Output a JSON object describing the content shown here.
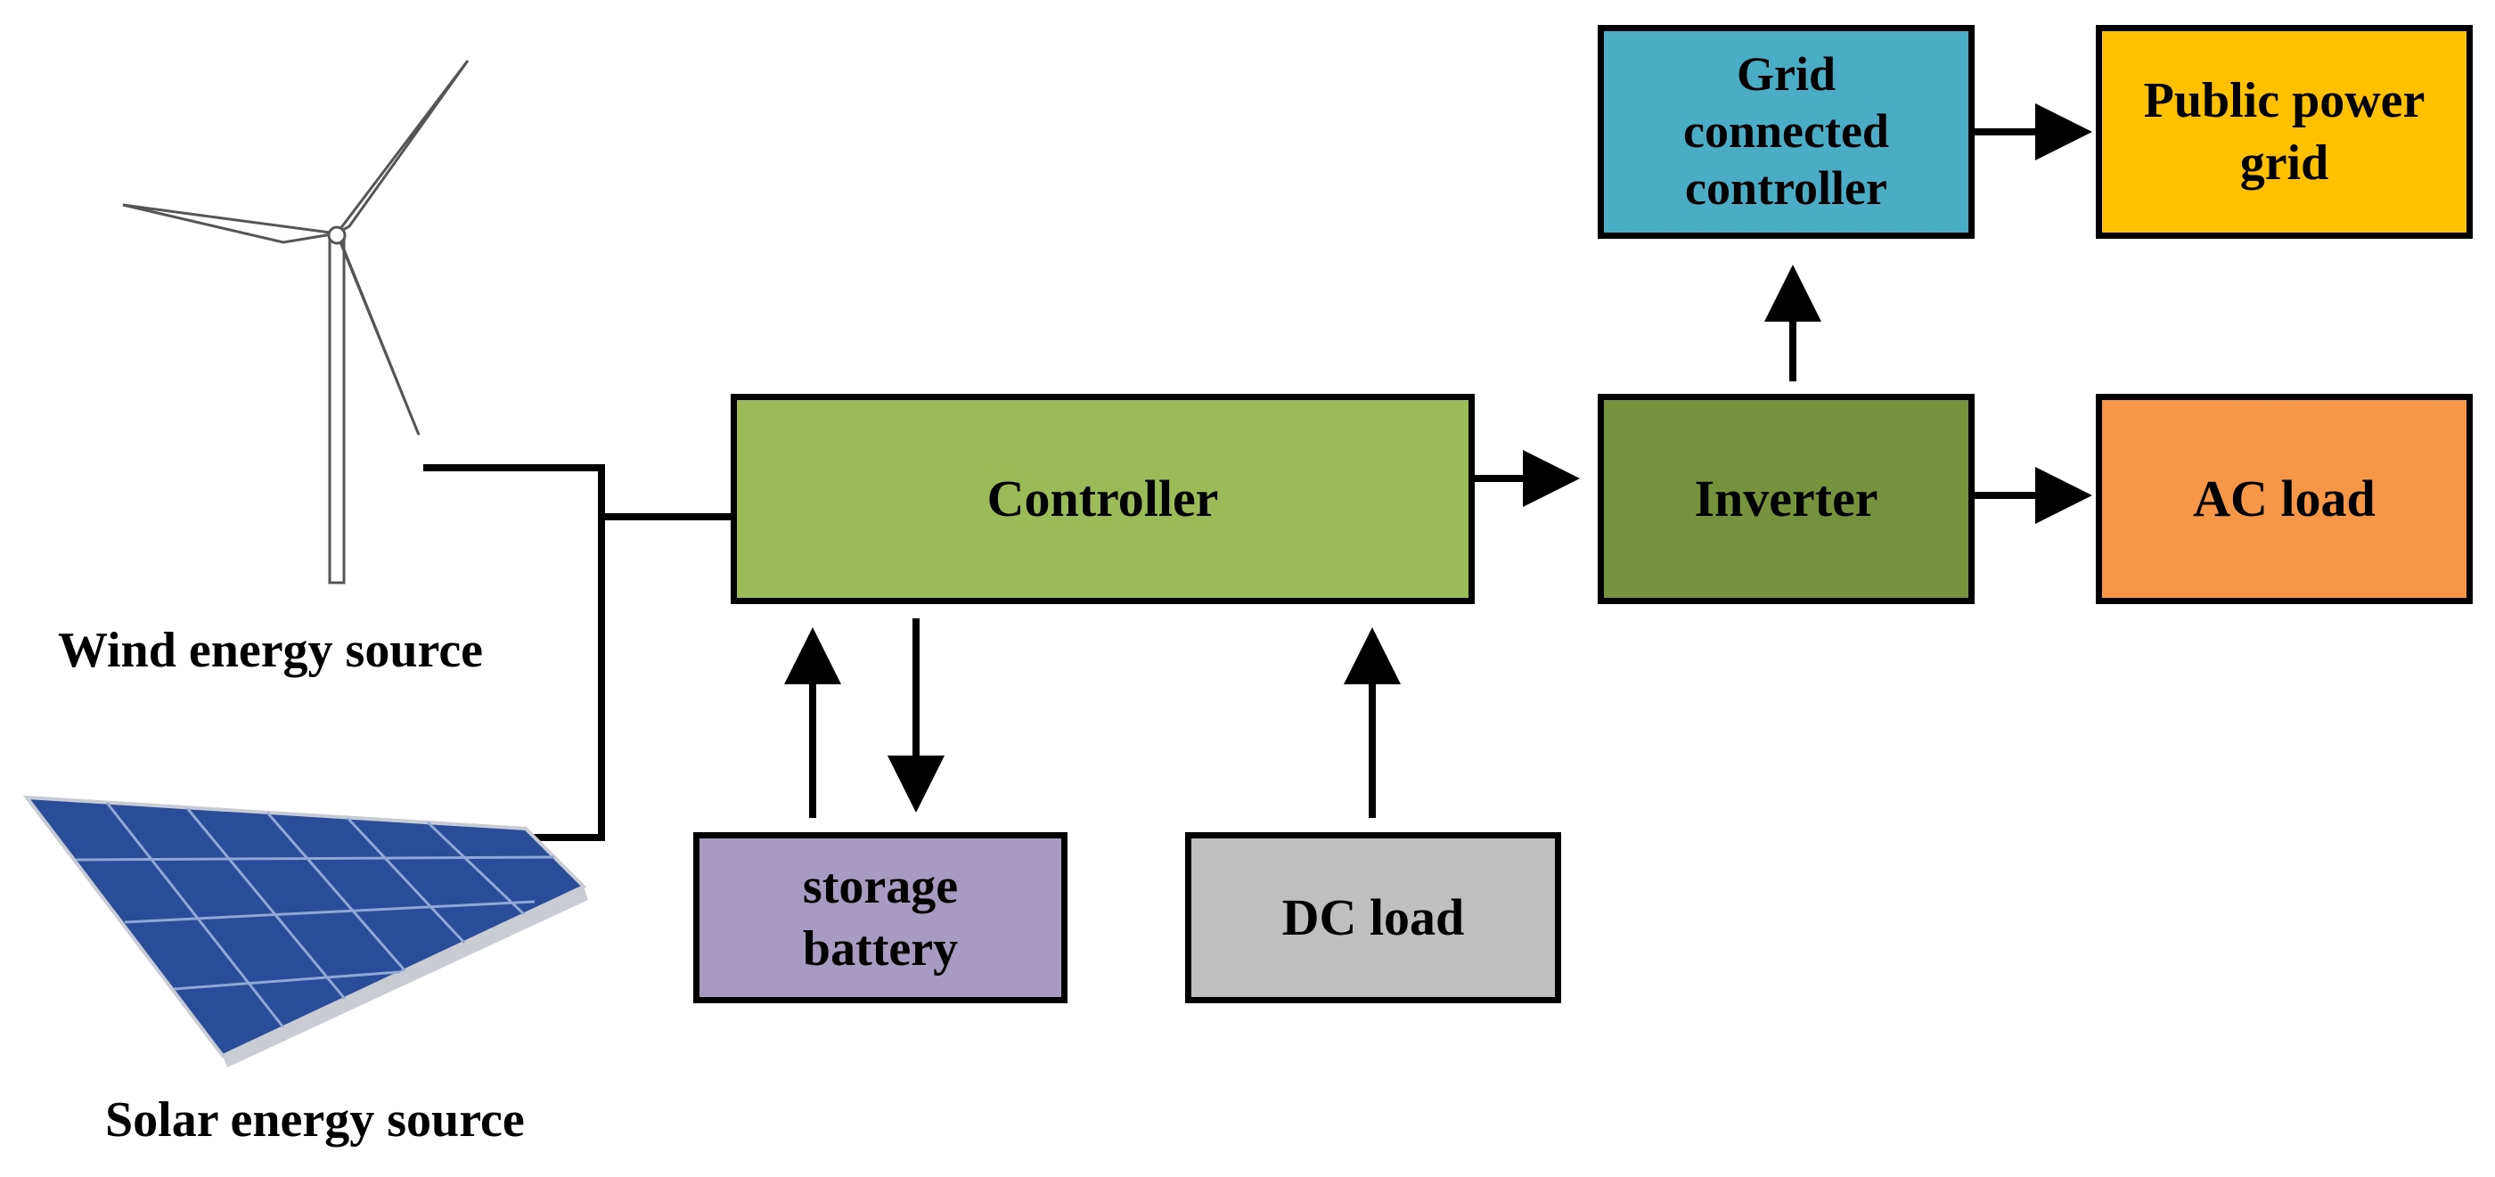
{
  "colors": {
    "controller": "#9bbb59",
    "inverter": "#76923c",
    "grid_controller": "#4bacc6",
    "public_grid": "#ffc000",
    "ac_load": "#f79646",
    "battery": "#a89bc2",
    "dc_load": "#bfbfbf",
    "solar_panel": "#2a4d9a",
    "line": "#000000"
  },
  "sources": {
    "wind_label": "Wind energy source",
    "solar_label": "Solar energy source",
    "wind_icon": "wind-turbine-icon",
    "solar_icon": "solar-panel-icon"
  },
  "blocks": {
    "controller": "Controller",
    "inverter": "Inverter",
    "grid_controller_line1": "Grid",
    "grid_controller_line2": "connected",
    "grid_controller_line3": "controller",
    "public_grid_line1": "Public power",
    "public_grid_line2": "grid",
    "ac_load": "AC load",
    "battery_line1": "storage",
    "battery_line2": "battery",
    "dc_load": "DC load"
  }
}
